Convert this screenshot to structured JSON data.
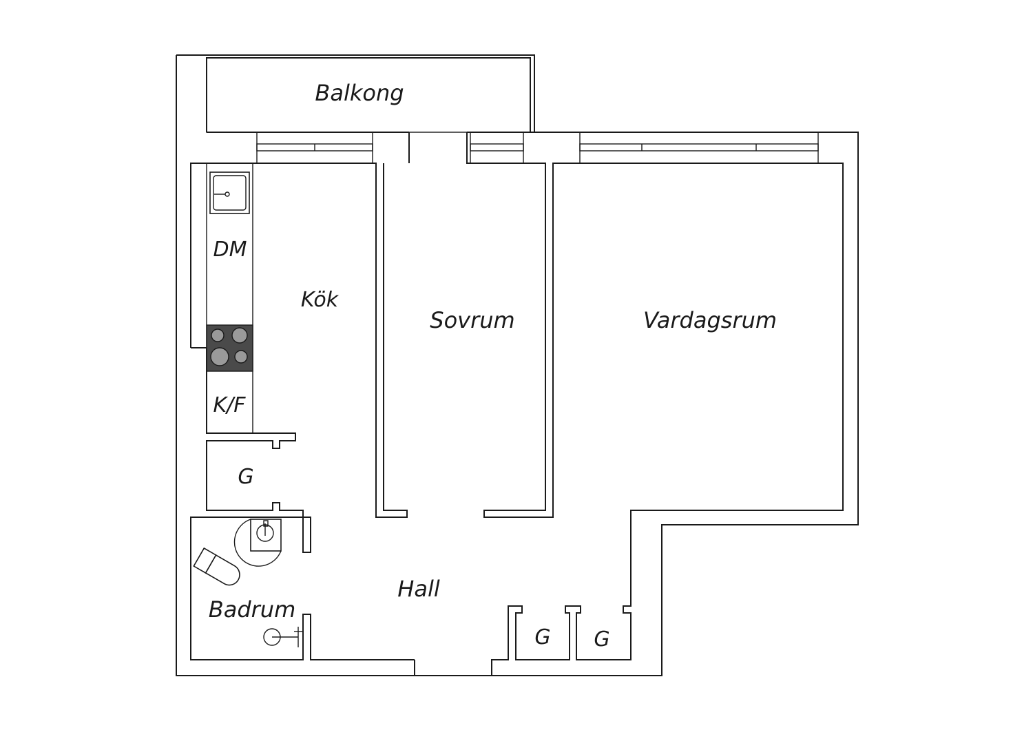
{
  "rooms": {
    "balkong": "Balkong",
    "kok": "Kök",
    "sovrum": "Sovrum",
    "vardagsrum": "Vardagsrum",
    "hall": "Hall",
    "badrum": "Badrum"
  },
  "fixtures": {
    "dishwasher": "DM",
    "fridge_freezer": "K/F",
    "closet_kitchen": "G",
    "closet_hall_1": "G",
    "closet_hall_2": "G"
  },
  "icons": [
    "kitchen-sink-icon",
    "stove-icon",
    "washbasin-icon",
    "toilet-icon",
    "shower-icon"
  ],
  "colors": {
    "line": "#1a1a1a",
    "stove": "#4a4a4a",
    "burner": "#9a9a9a"
  }
}
